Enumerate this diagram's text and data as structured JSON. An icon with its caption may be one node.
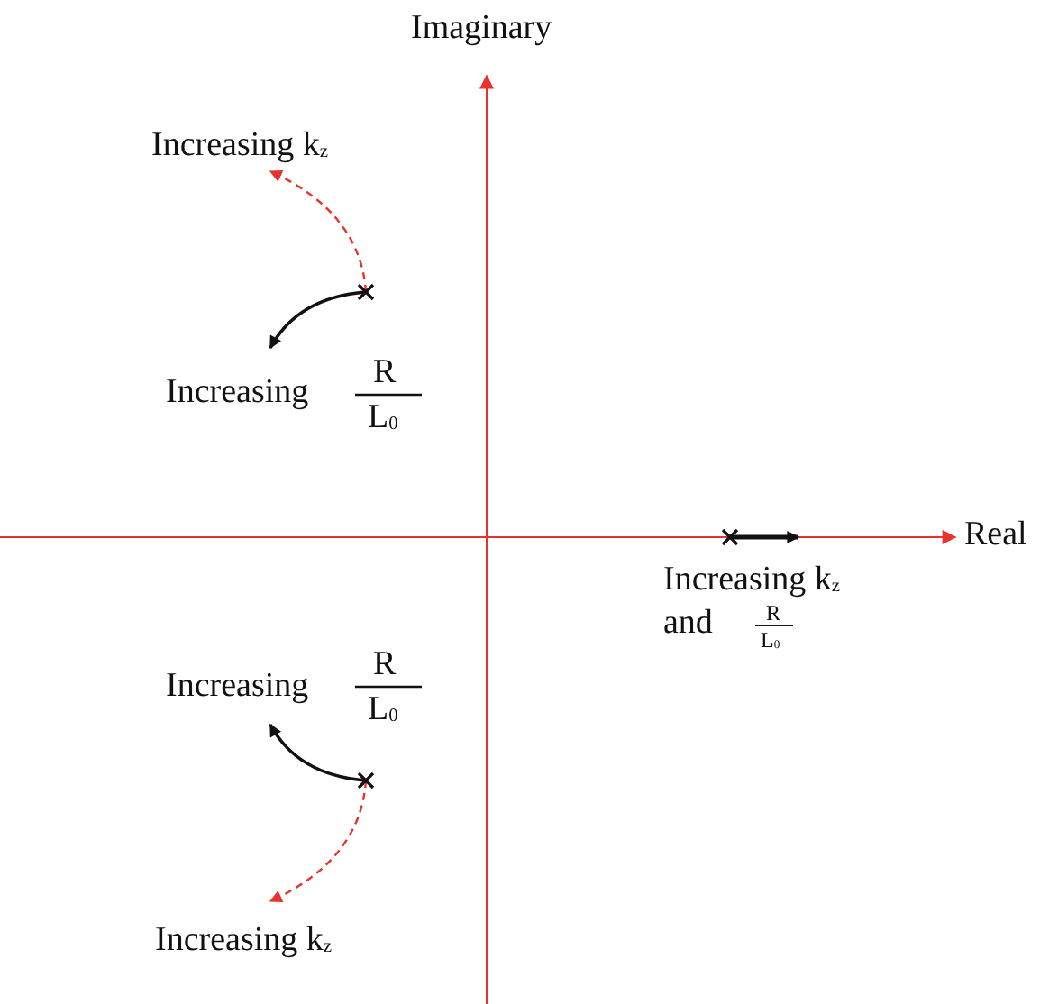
{
  "diagram": {
    "labels": [
      "Imaginary",
      "Increasing k$_{z}$",
      "Increasing",
      "R",
      "L$_{0}$",
      "Real",
      "Increasing k$_{z}$",
      "and",
      "R",
      "L$_{0}$",
      "Increasing",
      "R",
      "L$_{0}$",
      "Increasing k$_{z}$"
    ]
  }
}
